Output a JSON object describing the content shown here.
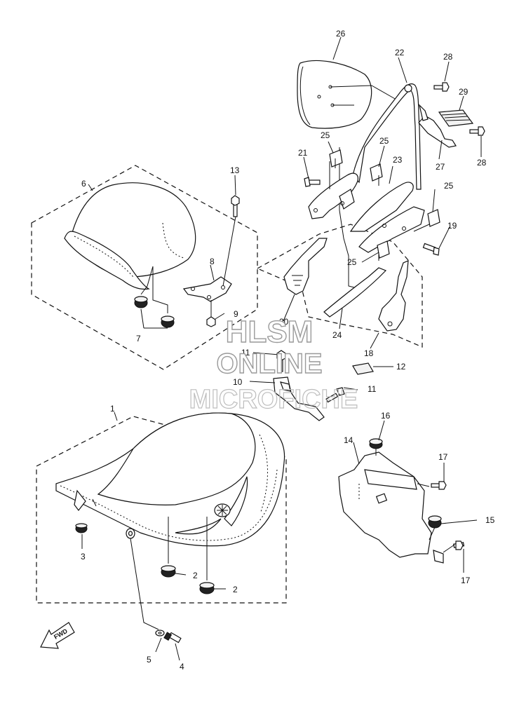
{
  "watermark": {
    "line1": "HLSM",
    "line2": "ONLINE",
    "line3": "MICROFICHE"
  },
  "fwd_label": "FWD",
  "callouts": {
    "c1": "1",
    "c2a": "2",
    "c2b": "2",
    "c3": "3",
    "c4": "4",
    "c5": "5",
    "c6": "6",
    "c7": "7",
    "c8": "8",
    "c9": "9",
    "c10": "10",
    "c11a": "11",
    "c11b": "11",
    "c12": "12",
    "c13": "13",
    "c14": "14",
    "c15": "15",
    "c16": "16",
    "c17a": "17",
    "c17b": "17",
    "c18": "18",
    "c19": "19",
    "c20": "20",
    "c21": "21",
    "c22": "22",
    "c23": "23",
    "c24": "24",
    "c25a": "25",
    "c25b": "25",
    "c25c": "25",
    "c25d": "25",
    "c26": "26",
    "c27": "27",
    "c28a": "28",
    "c28b": "28",
    "c29": "29"
  }
}
